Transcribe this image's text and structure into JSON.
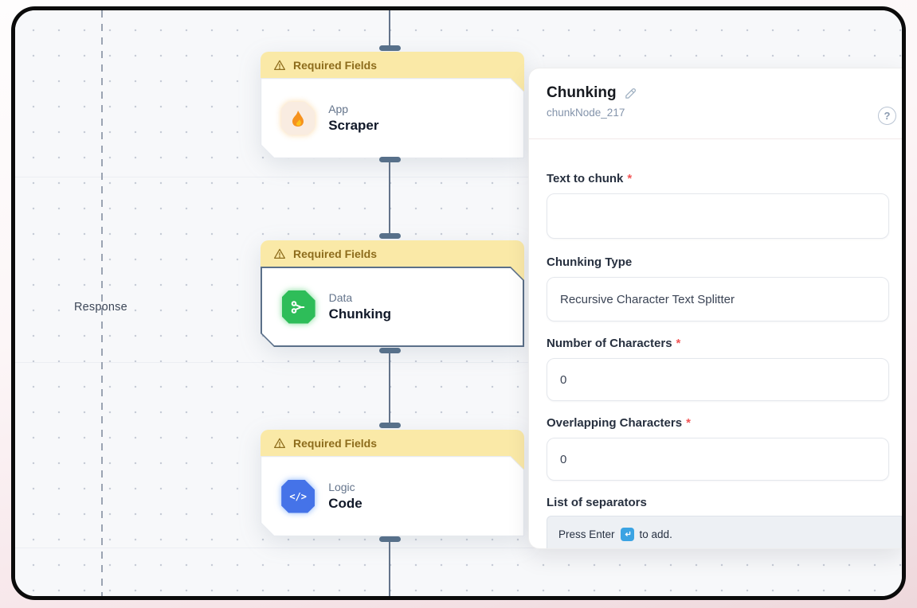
{
  "canvas": {
    "response_label": "Response",
    "nodes": [
      {
        "banner": "Required Fields",
        "category": "App",
        "title": "Scraper",
        "icon": "flame-icon"
      },
      {
        "banner": "Required Fields",
        "category": "Data",
        "title": "Chunking",
        "icon": "scissors-icon",
        "selected": true
      },
      {
        "banner": "Required Fields",
        "category": "Logic",
        "title": "Code",
        "icon": "code-chevrons-icon"
      }
    ],
    "code_icon_glyph": "</>"
  },
  "panel": {
    "title": "Chunking",
    "node_id": "chunkNode_217",
    "help_label": "?",
    "required_marker": "*",
    "fields": {
      "text_to_chunk": {
        "label": "Text to chunk",
        "required": true,
        "value": ""
      },
      "chunking_type": {
        "label": "Chunking Type",
        "value": "Recursive Character Text Splitter"
      },
      "number_of_characters": {
        "label": "Number of Characters",
        "required": true,
        "value": "0"
      },
      "overlapping_characters": {
        "label": "Overlapping Characters",
        "required": true,
        "value": "0"
      },
      "list_of_separators": {
        "label": "List of separators",
        "hint_prefix": "Press Enter",
        "hint_suffix": "to add."
      }
    }
  },
  "colors": {
    "banner_bg": "#fae9a7",
    "banner_text": "#8d6c1c",
    "selected_border": "#5b7089",
    "edge": "#64748b",
    "scraper_tile": "#f9ece1",
    "chunking_tile": "#2ebd59",
    "code_tile": "#4573e8",
    "required_asterisk": "#f25555",
    "enter_key_bg": "#3aa3e3"
  }
}
